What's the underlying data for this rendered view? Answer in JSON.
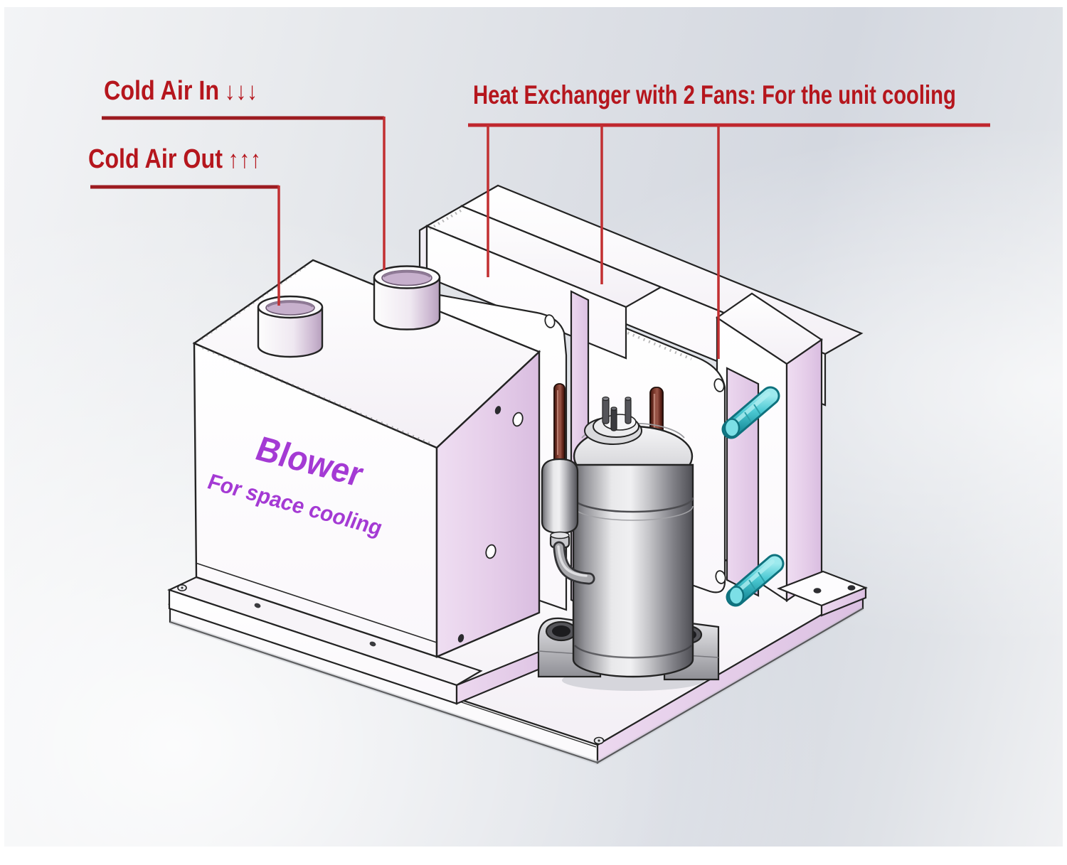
{
  "diagram": {
    "annotations": {
      "cold_air_in": {
        "label": "Cold Air In",
        "arrows": "↓↓↓"
      },
      "cold_air_out": {
        "label": "Cold Air Out",
        "arrows": "↑↑↑"
      },
      "heat_exchanger": {
        "label": "Heat Exchanger with 2 Fans: For the unit cooling"
      }
    },
    "components": {
      "blower": {
        "label": "Blower",
        "sublabel": "For space cooling"
      }
    },
    "colors": {
      "annotation_text_red": "#b5161d",
      "leader_line_red": "#b22227",
      "component_label_purple": "#a43ad4",
      "panel_lavender": "#e7d2ea",
      "pipe_cyan": "#4cc9d3",
      "pipe_copper": "#7c3a2e",
      "background_gray": "#dcdfe5"
    }
  }
}
